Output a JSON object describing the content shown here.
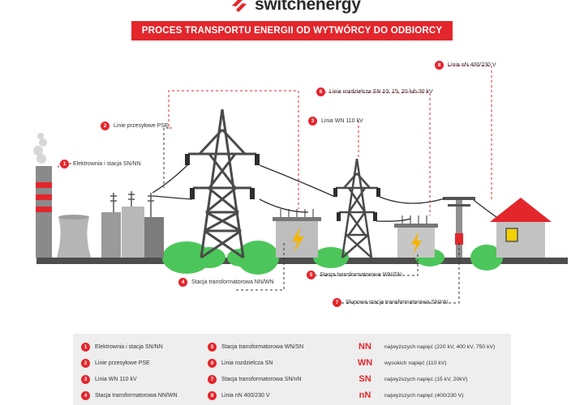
{
  "brand": {
    "name": "switchenergy",
    "accent": "#e3262c"
  },
  "title": "PROCES TRANSPORTU ENERGII OD WYTWÓRCY DO ODBIORCY",
  "callouts": [
    {
      "num": "1",
      "label": "Elektrownia i stacja SN/NN"
    },
    {
      "num": "2",
      "label": "Linie przesyłowe PSE"
    },
    {
      "num": "3",
      "label": "Linia WN 110 kV"
    },
    {
      "num": "4",
      "label": "Stacja transformatorowa NN/WN"
    },
    {
      "num": "5",
      "label": "Stacja transformatorowa WN/SN"
    },
    {
      "num": "6",
      "label": "Linia rozdzielcza SN 10, 15, 20 lub 30 kV"
    },
    {
      "num": "7",
      "label": "Słupowa stacja transformatorowa SN/nN"
    },
    {
      "num": "8",
      "label": "Linia nN 400/230 V"
    }
  ],
  "legend": [
    {
      "num": "1",
      "label": "Elektrownia i stacja SN/NN"
    },
    {
      "num": "2",
      "label": "Linie przesyłowe PSE"
    },
    {
      "num": "3",
      "label": "Linia WN 110 kV"
    },
    {
      "num": "4",
      "label": "Stacja transformatorowa NN/WN"
    },
    {
      "num": "5",
      "label": "Stacja transformatorowa WN/SN"
    },
    {
      "num": "6",
      "label": "Linia rozdzielcza SN"
    },
    {
      "num": "7",
      "label": "Stacja transformatorowa SN/nN"
    },
    {
      "num": "8",
      "label": "Linia nN 400/230 V"
    }
  ],
  "voltages": [
    {
      "code": "NN",
      "label": "najwyższych napięć (220 kV, 400 kV, 750 kV)"
    },
    {
      "code": "WN",
      "label": "wysokich napięć (110 kV)"
    },
    {
      "code": "SN",
      "label": "najwyższych napięć (15 kV, 20kV)"
    },
    {
      "code": "nN",
      "label": "najwyższych napięć (400/230 V)"
    }
  ]
}
